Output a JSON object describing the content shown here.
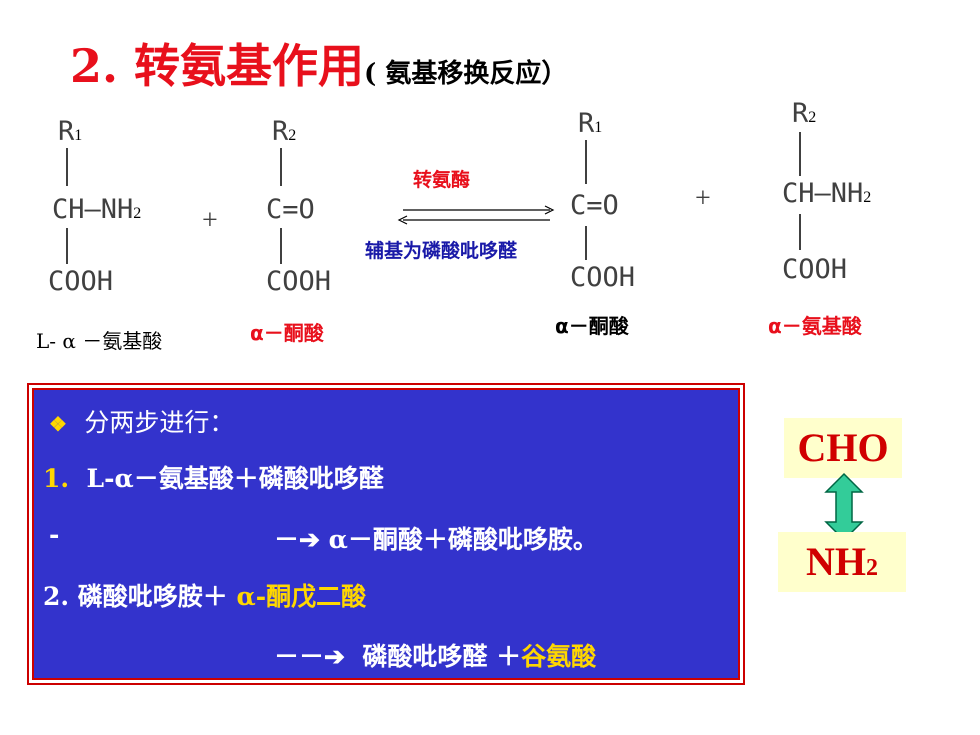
{
  "title": {
    "main": "2.  转氨基作用",
    "sub": "( 氨基移换反应）"
  },
  "reactant1": {
    "r": "R",
    "r_sub": "1",
    "row": "CH—NH",
    "nh_sub": "2",
    "cooh": "COOH",
    "caption": "L- α －氨基酸"
  },
  "reactant2": {
    "r": "R",
    "r_sub": "2",
    "row": "C=O",
    "cooh": "COOH",
    "caption": "α－酮酸"
  },
  "product1": {
    "r": "R",
    "r_sub": "1",
    "row": "C=O",
    "cooh": "COOH",
    "caption": "α－酮酸"
  },
  "product2": {
    "r": "R",
    "r_sub": "2",
    "row": "CH—NH",
    "nh_sub": "2",
    "cooh": "COOH",
    "caption": "α－氨基酸"
  },
  "plus": "+",
  "enzyme": {
    "name": "转氨酶",
    "cofactor": "辅基为磷酸吡哆醛"
  },
  "steps": {
    "heading_bullet": "❖",
    "heading": "分两步进行：",
    "s1_num": "1.",
    "s1_text": "L-α－氨基酸＋磷酸吡哆醛",
    "s1_dash": "-",
    "s1_arrow": "－➔",
    "s1_result": "α－酮酸＋磷酸吡哆胺。",
    "s2_prefix": "2. 磷酸吡哆胺＋ ",
    "s2_hl": "α-酮戊二酸",
    "s2_arrow": "－－➔",
    "s2_result": "磷酸吡哆醛 ＋",
    "s2_hl2": "谷氨酸"
  },
  "swap": {
    "top": "CHO",
    "bottom": "NH",
    "bottom_sub": "2"
  },
  "colors": {
    "title": "#e8101c",
    "panel": "#3333cc",
    "highlight": "#ffd700",
    "arrow": "#33cc99"
  }
}
